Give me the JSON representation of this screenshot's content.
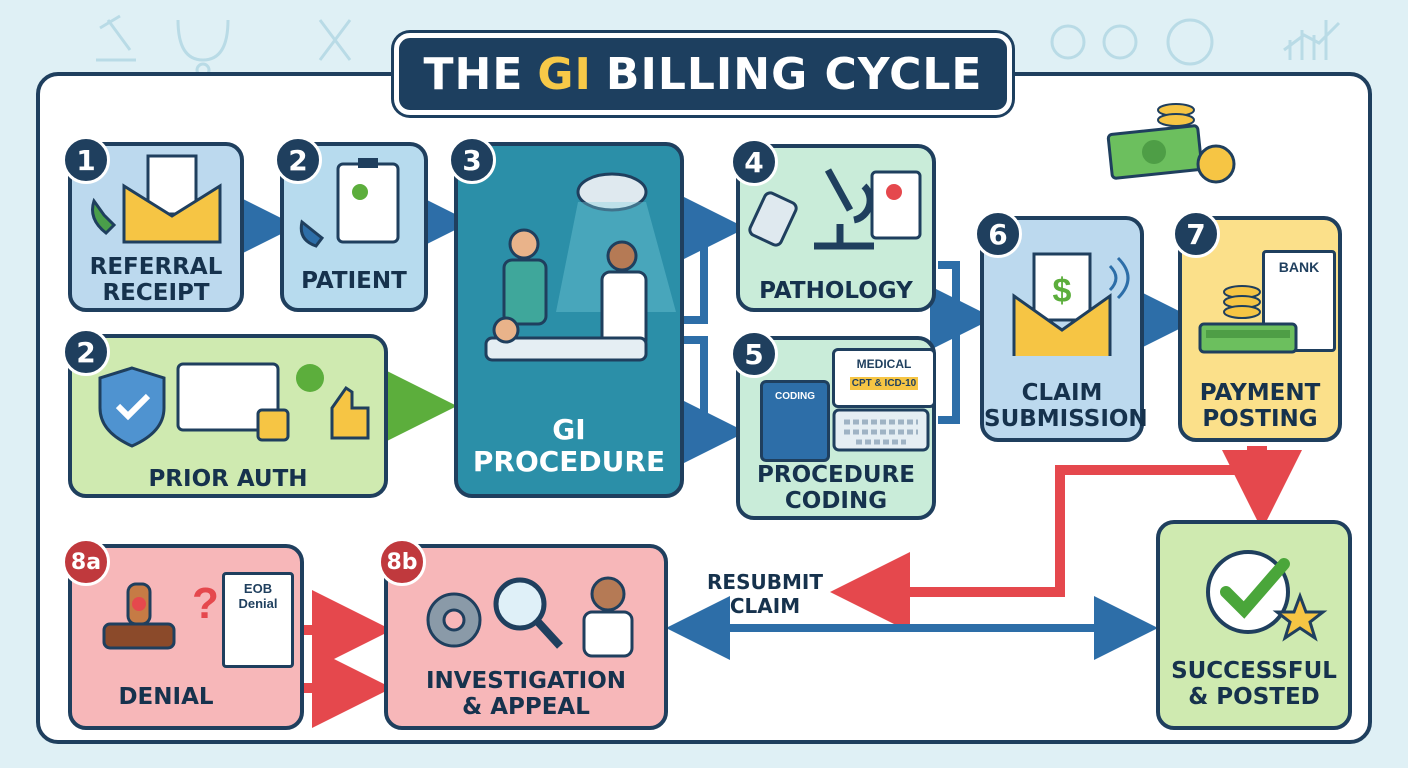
{
  "title": {
    "part1": "THE",
    "highlight": "GI",
    "part2": "BILLING CYCLE"
  },
  "steps": {
    "referral": {
      "number": "1",
      "label": "REFERRAL\nRECEIPT"
    },
    "patient": {
      "number": "2",
      "label": "PATIENT"
    },
    "prior_auth": {
      "number": "2",
      "label": "PRIOR AUTH"
    },
    "procedure": {
      "number": "3",
      "label": "GI\nPROCEDURE"
    },
    "pathology": {
      "number": "4",
      "label": "PATHOLOGY"
    },
    "coding": {
      "number": "5",
      "label": "PROCEDURE\nCODING",
      "book_label": "CODING",
      "screen_line1": "MEDICAL",
      "screen_line2": "CPT & ICD-10"
    },
    "claim": {
      "number": "6",
      "label": "CLAIM\nSUBMISSION"
    },
    "payment": {
      "number": "7",
      "label": "PAYMENT\nPOSTING",
      "bank_label": "BANK"
    },
    "denial": {
      "number": "8a",
      "label": "DENIAL",
      "doc_line1": "EOB",
      "doc_line2": "Denial"
    },
    "appeal": {
      "number": "8b",
      "label": "INVESTIGATION\n& APPEAL"
    },
    "success": {
      "label": "SUCCESSFUL\n& POSTED"
    }
  },
  "resubmit_label": "RESUBMIT\nCLAIM",
  "colors": {
    "navy": "#1f3f5e",
    "gold": "#f7c948",
    "red_arrow": "#e5484d",
    "blue_arrow": "#2d6ea8",
    "green_arrow": "#5cae3c"
  }
}
